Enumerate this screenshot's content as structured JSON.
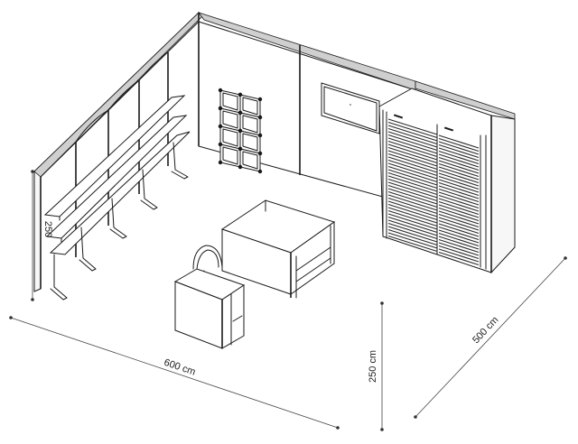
{
  "dimensions": {
    "width_label": "600 cm",
    "depth_label": "500 cm",
    "height_label": "250 cm",
    "height_label_left": "250"
  },
  "colors": {
    "line": "#1a1a1a",
    "wall_top": "#cfcfcf",
    "background": "#ffffff"
  }
}
